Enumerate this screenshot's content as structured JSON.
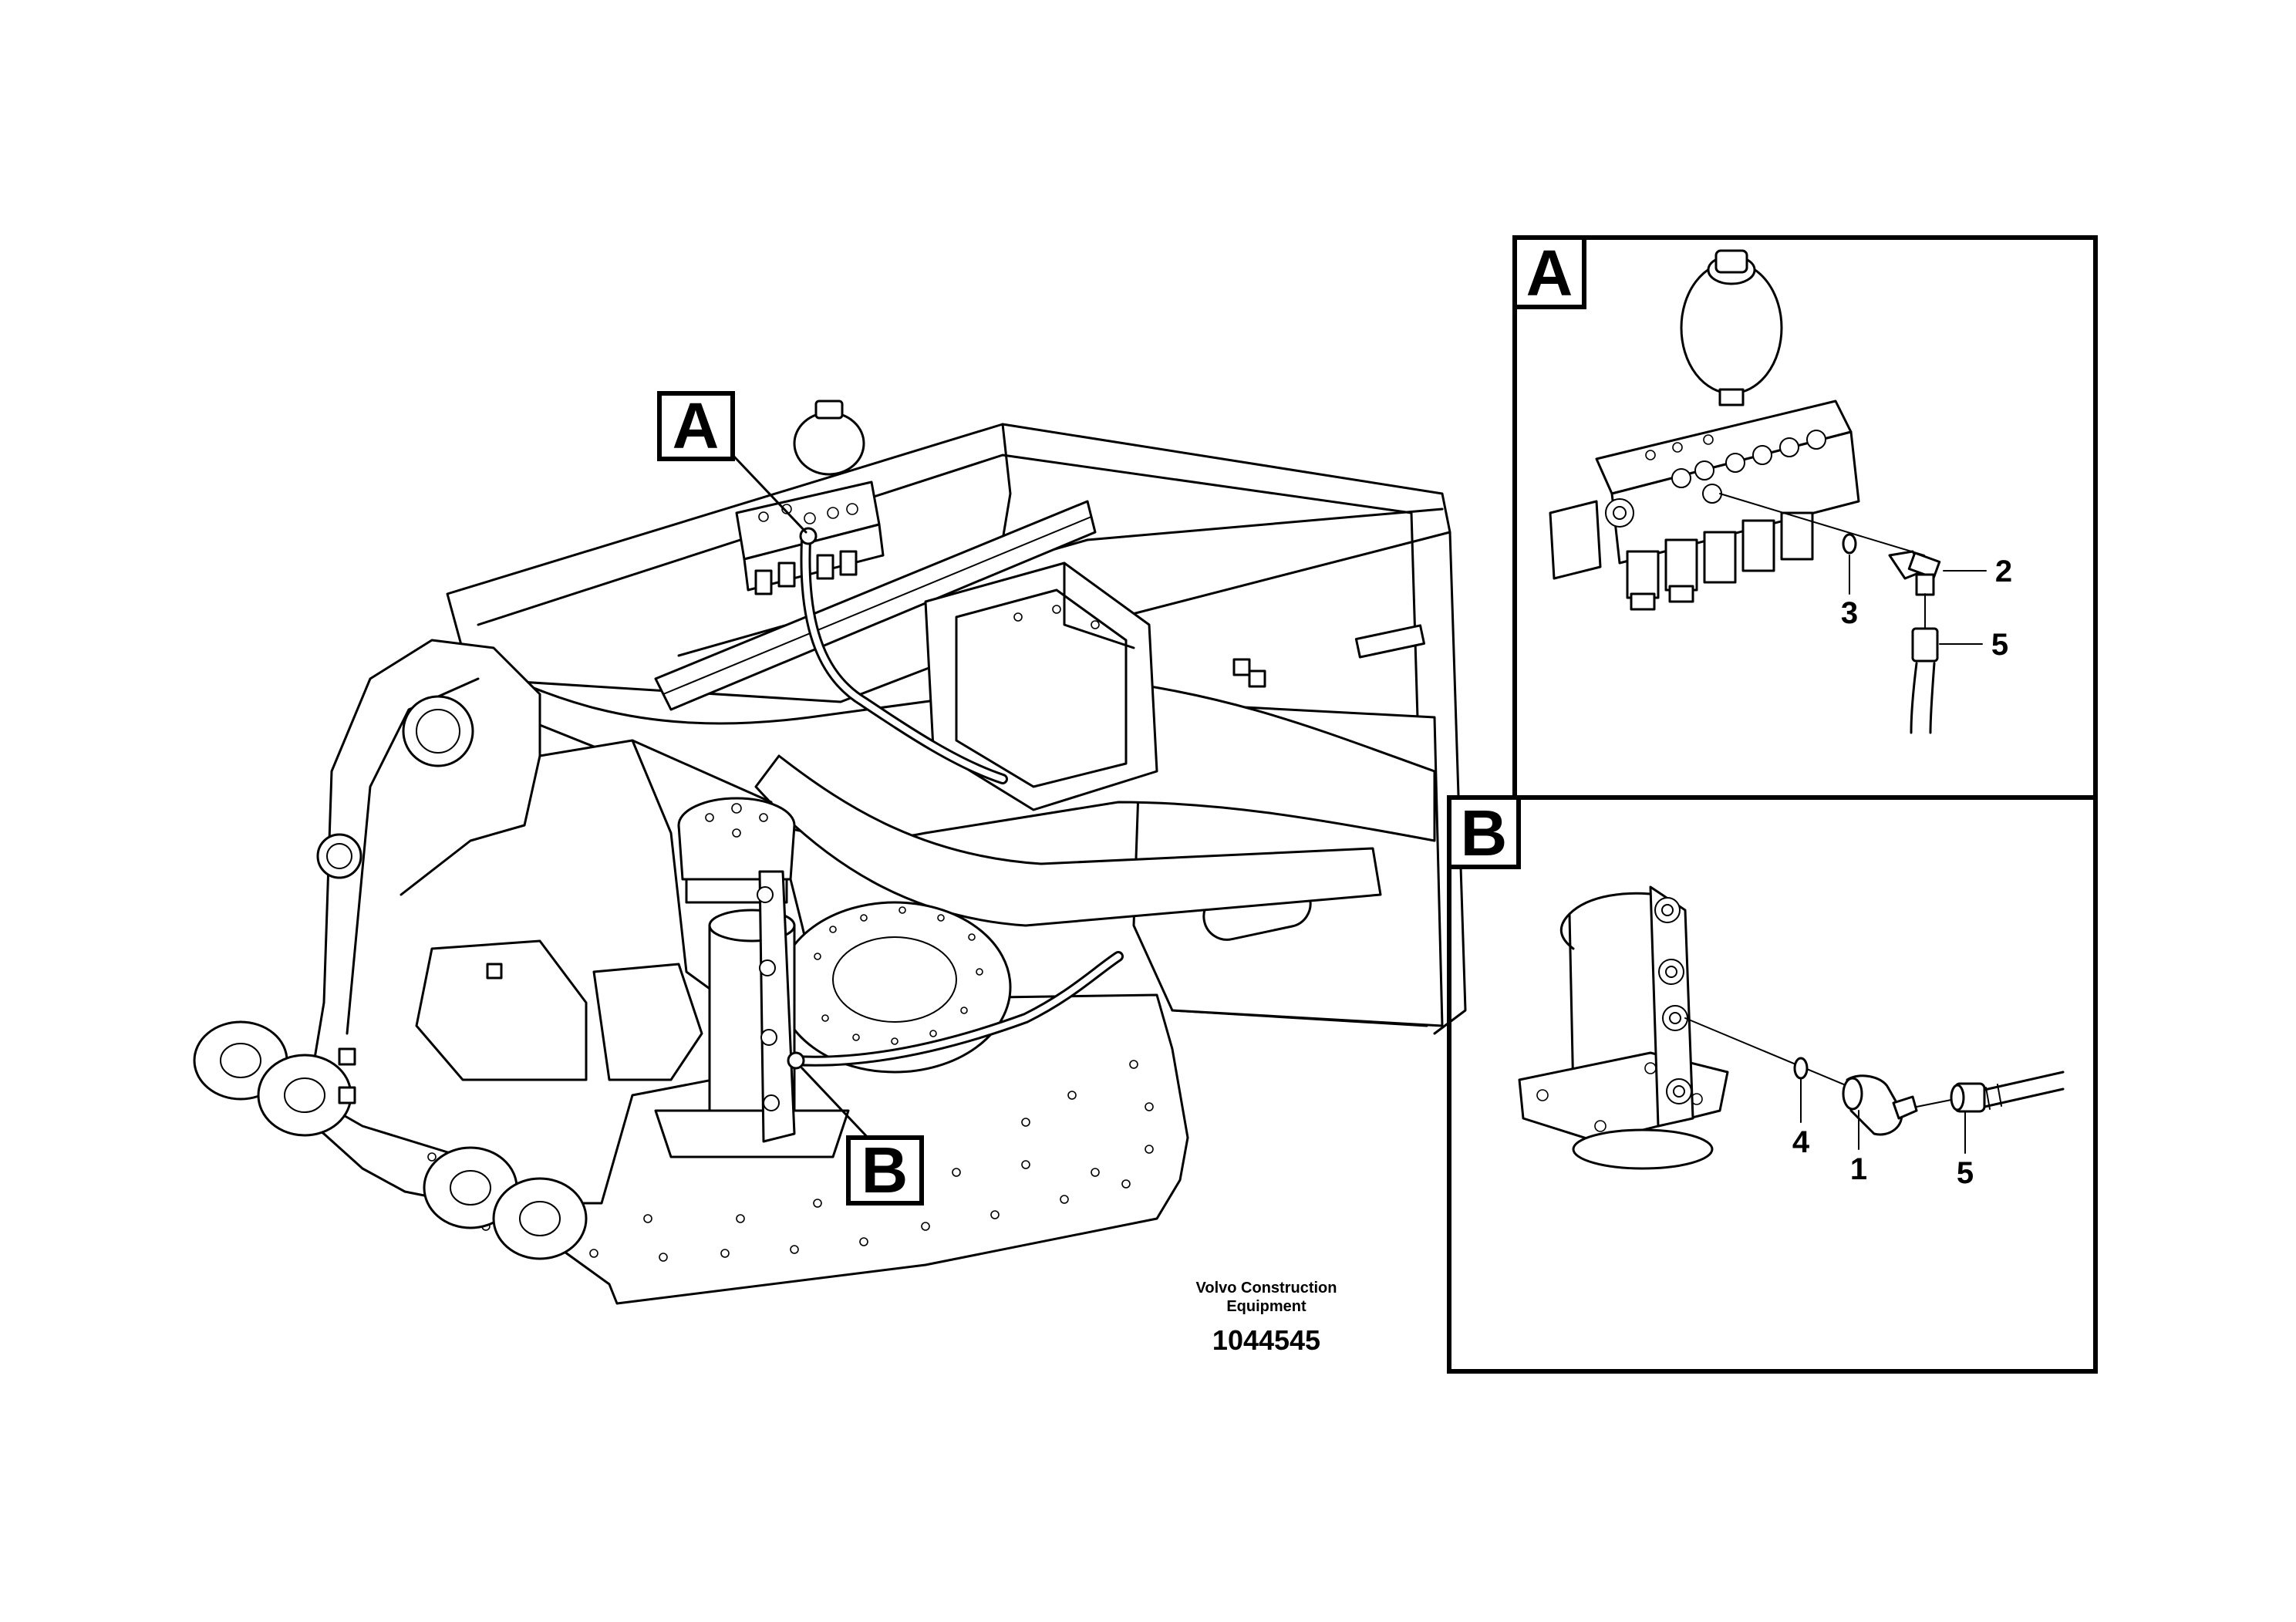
{
  "labels": {
    "main_A": "A",
    "main_B": "B",
    "detail_A": "A",
    "detail_B": "B"
  },
  "callouts_A": [
    "2",
    "3",
    "5"
  ],
  "callouts_B": [
    "4",
    "1",
    "5"
  ],
  "credit": {
    "line1": "Volvo Construction",
    "line2": "Equipment"
  },
  "doc_number": "1044545"
}
